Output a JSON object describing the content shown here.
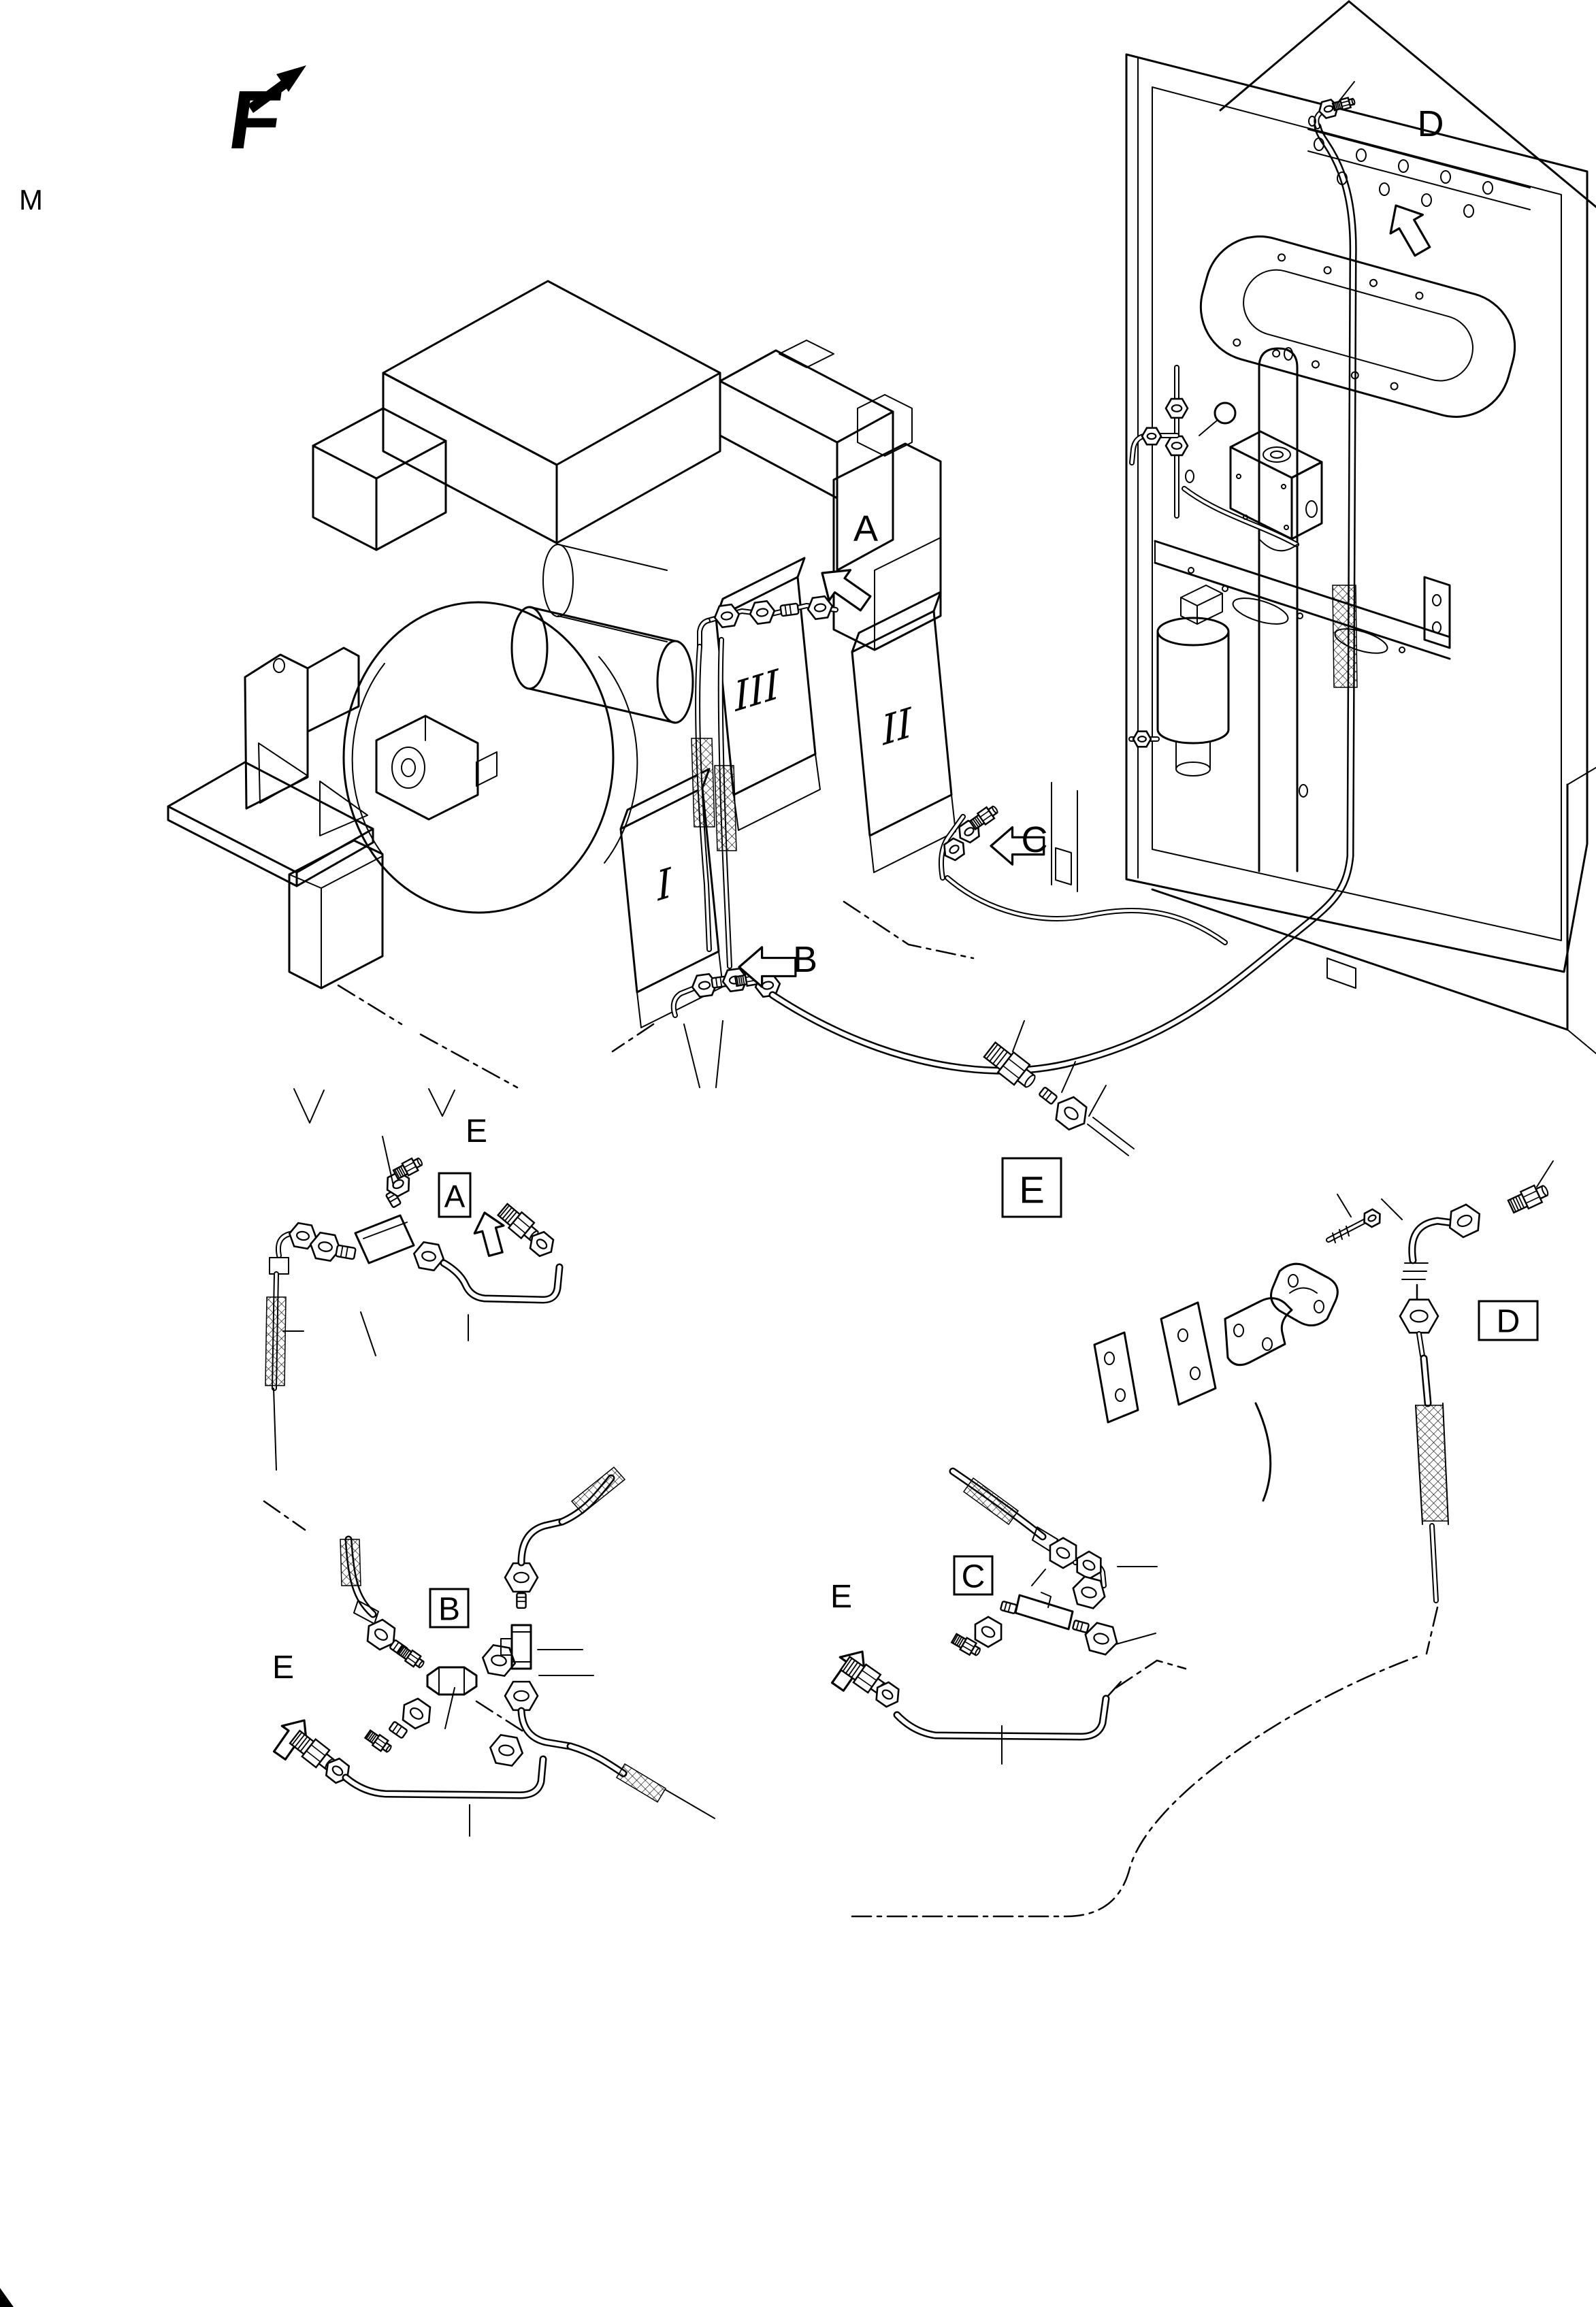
{
  "colors": {
    "background": "#ffffff",
    "line": "#000000"
  },
  "main_view": {
    "section_marker": "M",
    "view_direction_label": "F",
    "pump_numerals": {
      "i": "I",
      "ii": "II",
      "iii": "III"
    },
    "callouts": {
      "a": "A",
      "b": "B",
      "c": "C",
      "d": "D"
    }
  },
  "detail_views": {
    "a": {
      "box_label": "A",
      "e_ref_label": "E"
    },
    "b": {
      "box_label": "B",
      "e_ref_label": "E"
    },
    "c": {
      "box_label": "C",
      "e_ref_label": "E"
    },
    "d": {
      "box_label": "D"
    },
    "e": {
      "box_label": "E"
    }
  }
}
